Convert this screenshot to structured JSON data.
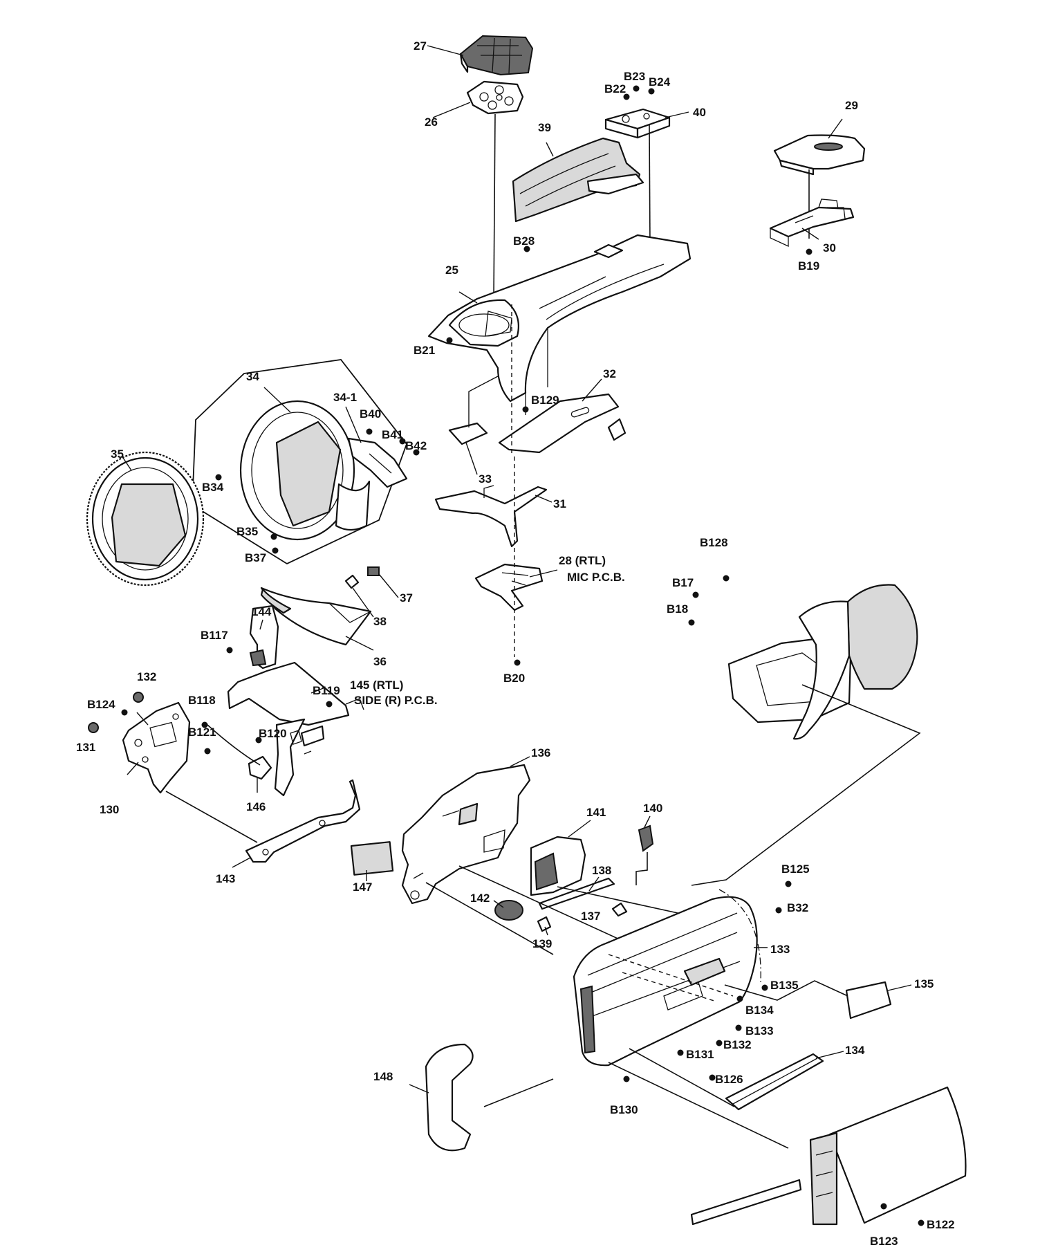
{
  "callouts": [
    {
      "id": "c27",
      "text": "27"
    },
    {
      "id": "c26",
      "text": "26"
    },
    {
      "id": "cB22",
      "text": "B22"
    },
    {
      "id": "cB23",
      "text": "B23"
    },
    {
      "id": "cB24",
      "text": "B24"
    },
    {
      "id": "c39",
      "text": "39"
    },
    {
      "id": "c40",
      "text": "40"
    },
    {
      "id": "c29",
      "text": "29"
    },
    {
      "id": "c30",
      "text": "30"
    },
    {
      "id": "cB19",
      "text": "B19"
    },
    {
      "id": "cB28",
      "text": "B28"
    },
    {
      "id": "c25",
      "text": "25"
    },
    {
      "id": "cB21",
      "text": "B21"
    },
    {
      "id": "c34",
      "text": "34"
    },
    {
      "id": "c34-1",
      "text": "34-1"
    },
    {
      "id": "cB40",
      "text": "B40"
    },
    {
      "id": "cB41",
      "text": "B41"
    },
    {
      "id": "cB42",
      "text": "B42"
    },
    {
      "id": "cB34",
      "text": "B34"
    },
    {
      "id": "cB35",
      "text": "B35"
    },
    {
      "id": "cB37",
      "text": "B37"
    },
    {
      "id": "c35",
      "text": "35"
    },
    {
      "id": "cB129",
      "text": "B129"
    },
    {
      "id": "c32",
      "text": "32"
    },
    {
      "id": "c33",
      "text": "33"
    },
    {
      "id": "c31",
      "text": "31"
    },
    {
      "id": "c28",
      "text": "28 (RTL)"
    },
    {
      "id": "c28b",
      "text": "MIC P.C.B."
    },
    {
      "id": "cB20",
      "text": "B20"
    },
    {
      "id": "c37",
      "text": "37"
    },
    {
      "id": "c38",
      "text": "38"
    },
    {
      "id": "c36",
      "text": "36"
    },
    {
      "id": "cB128",
      "text": "B128"
    },
    {
      "id": "cB17",
      "text": "B17"
    },
    {
      "id": "cB18",
      "text": "B18"
    },
    {
      "id": "c144",
      "text": "144"
    },
    {
      "id": "cB117",
      "text": "B117"
    },
    {
      "id": "c145",
      "text": "145 (RTL)"
    },
    {
      "id": "c145b",
      "text": "SIDE (R) P.C.B."
    },
    {
      "id": "cB119",
      "text": "B119"
    },
    {
      "id": "c132",
      "text": "132"
    },
    {
      "id": "cB124",
      "text": "B124"
    },
    {
      "id": "cB118",
      "text": "B118"
    },
    {
      "id": "cB121",
      "text": "B121"
    },
    {
      "id": "cB120",
      "text": "B120"
    },
    {
      "id": "c131",
      "text": "131"
    },
    {
      "id": "c130",
      "text": "130"
    },
    {
      "id": "c146",
      "text": "146"
    },
    {
      "id": "c136",
      "text": "136"
    },
    {
      "id": "c141",
      "text": "141"
    },
    {
      "id": "c140",
      "text": "140"
    },
    {
      "id": "c143",
      "text": "143"
    },
    {
      "id": "c147",
      "text": "147"
    },
    {
      "id": "c138",
      "text": "138"
    },
    {
      "id": "cB125",
      "text": "B125"
    },
    {
      "id": "cB32",
      "text": "B32"
    },
    {
      "id": "c142",
      "text": "142"
    },
    {
      "id": "c137",
      "text": "137"
    },
    {
      "id": "c139",
      "text": "139"
    },
    {
      "id": "c133",
      "text": "133"
    },
    {
      "id": "cB135",
      "text": "B135"
    },
    {
      "id": "c135",
      "text": "135"
    },
    {
      "id": "cB134",
      "text": "B134"
    },
    {
      "id": "cB133",
      "text": "B133"
    },
    {
      "id": "cB132",
      "text": "B132"
    },
    {
      "id": "cB131",
      "text": "B131"
    },
    {
      "id": "cB126",
      "text": "B126"
    },
    {
      "id": "c134",
      "text": "134"
    },
    {
      "id": "c148",
      "text": "148"
    },
    {
      "id": "cB130",
      "text": "B130"
    },
    {
      "id": "cB122",
      "text": "B122"
    },
    {
      "id": "cB123",
      "text": "B123"
    }
  ]
}
